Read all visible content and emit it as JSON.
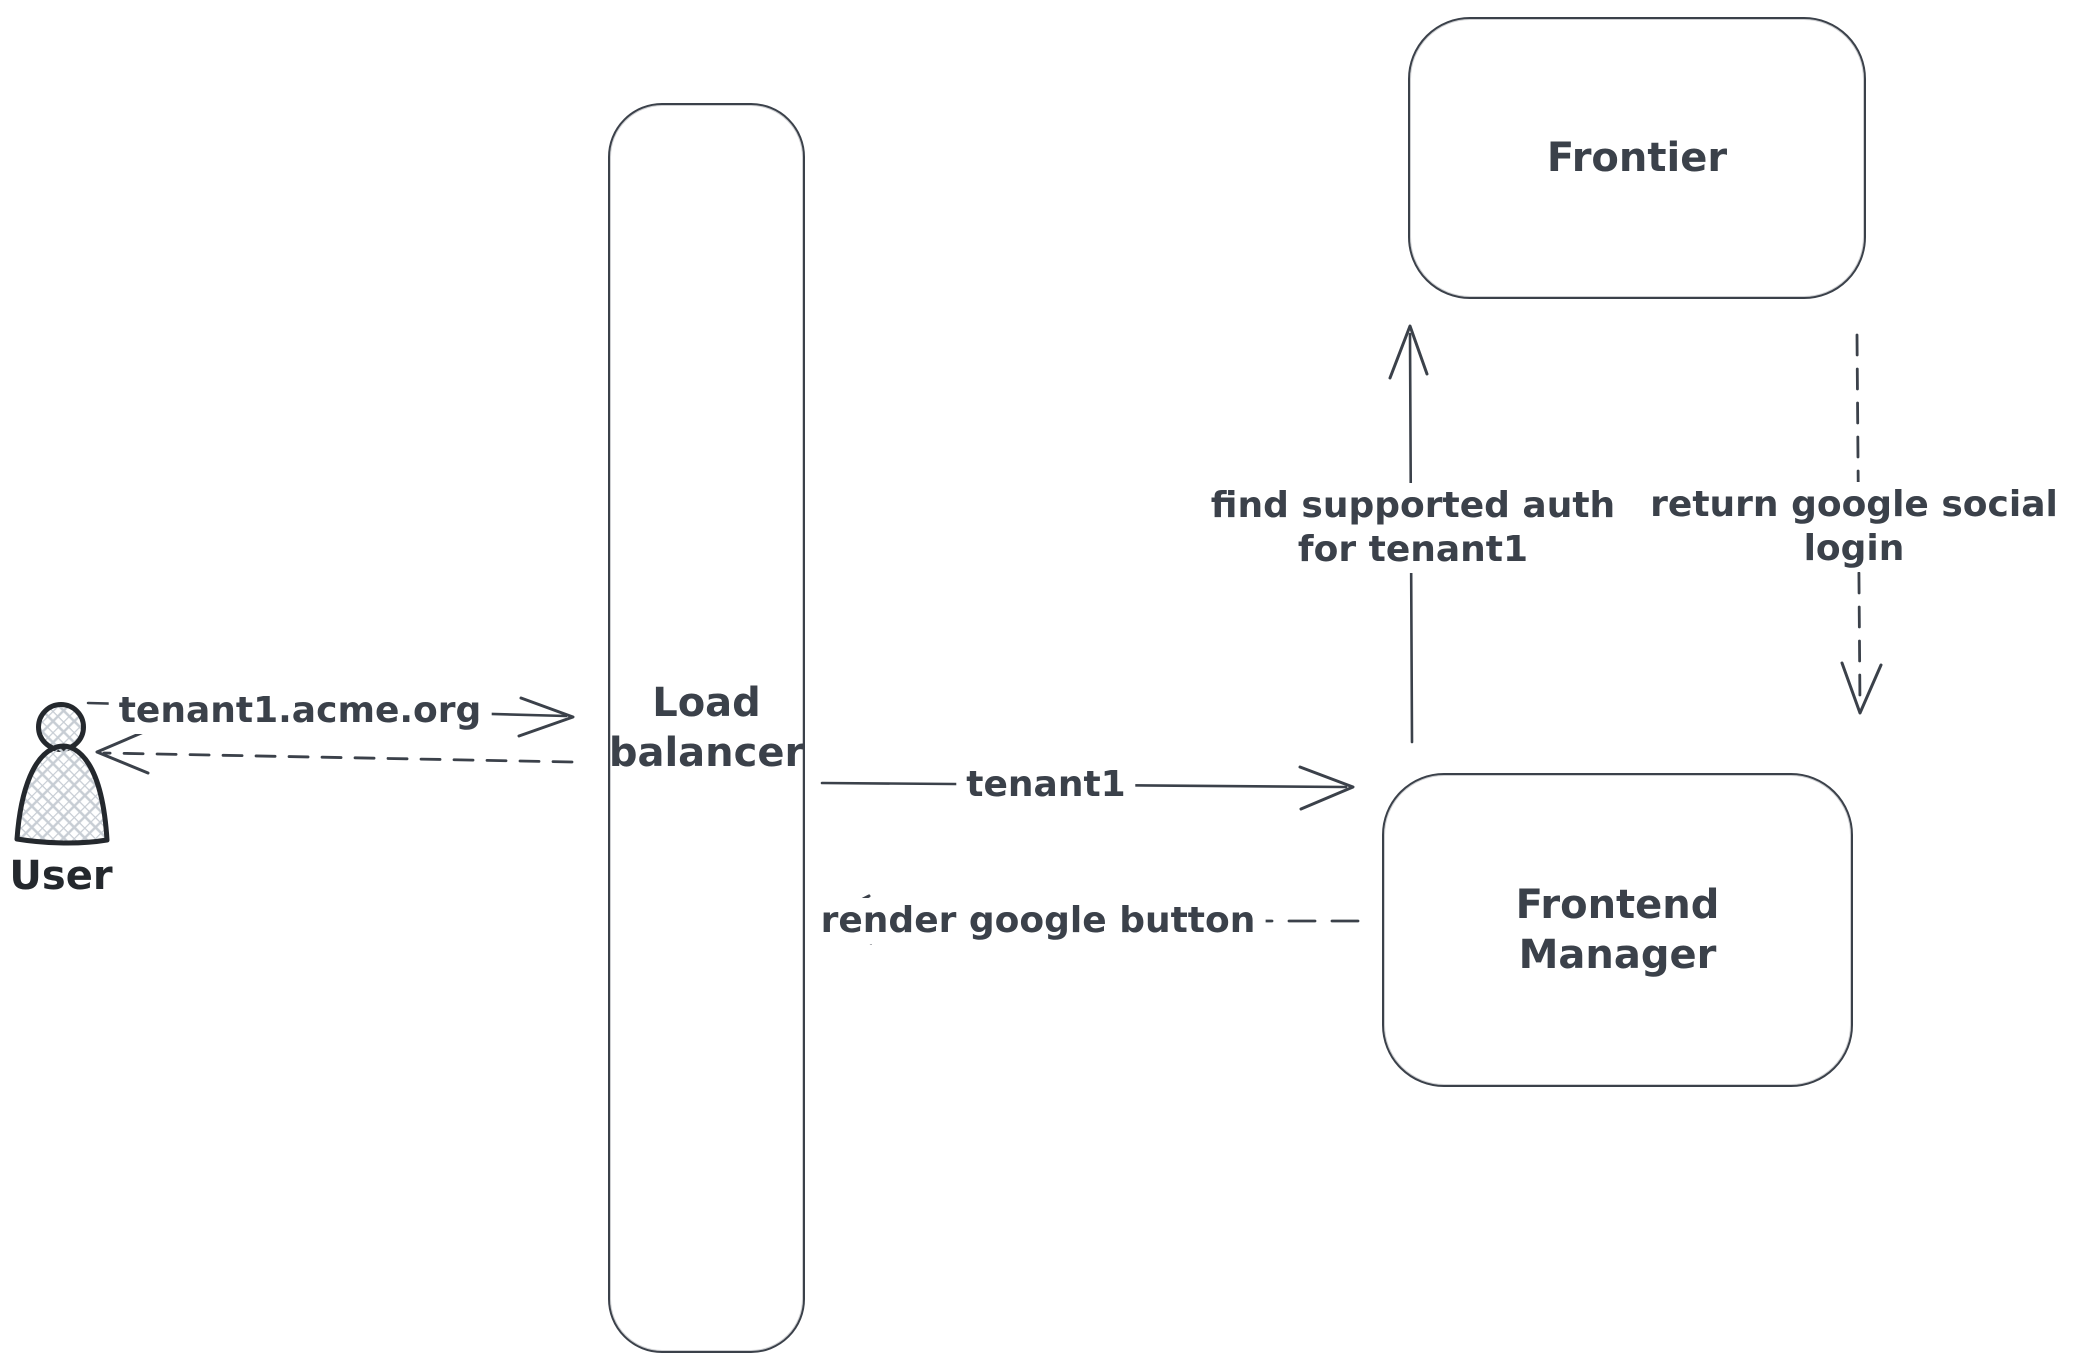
{
  "title": "tenant social-login flow diagram",
  "colors": {
    "stroke": "#3b414a",
    "user_stroke": "#24282d",
    "hatch_fill": "#c7cdd4",
    "background": "#ffffff"
  },
  "nodes": {
    "user": {
      "label": "User"
    },
    "load_balancer": {
      "label_line1": "Load",
      "label_line2": "balancer"
    },
    "frontier": {
      "label": "Frontier"
    },
    "frontend_manager": {
      "label_line1": "Frontend",
      "label_line2": "Manager"
    }
  },
  "edges": {
    "request": {
      "label": "tenant1.acme.org",
      "style": "solid",
      "from": "user",
      "to": "load_balancer"
    },
    "response": {
      "style": "dashed",
      "from": "load_balancer",
      "to": "user"
    },
    "tenant1": {
      "label": "tenant1",
      "style": "solid",
      "from": "load_balancer",
      "to": "frontend_manager"
    },
    "render_google_button": {
      "label": "render google button",
      "style": "dashed",
      "from": "frontend_manager",
      "to": "load_balancer"
    },
    "find_supported_auth": {
      "label_line1": "find supported auth",
      "label_line2": "for tenant1",
      "style": "solid",
      "from": "frontend_manager",
      "to": "frontier"
    },
    "return_google_social_login": {
      "label_line1": "return google social",
      "label_line2": "login",
      "style": "dashed",
      "from": "frontier",
      "to": "frontend_manager"
    }
  }
}
